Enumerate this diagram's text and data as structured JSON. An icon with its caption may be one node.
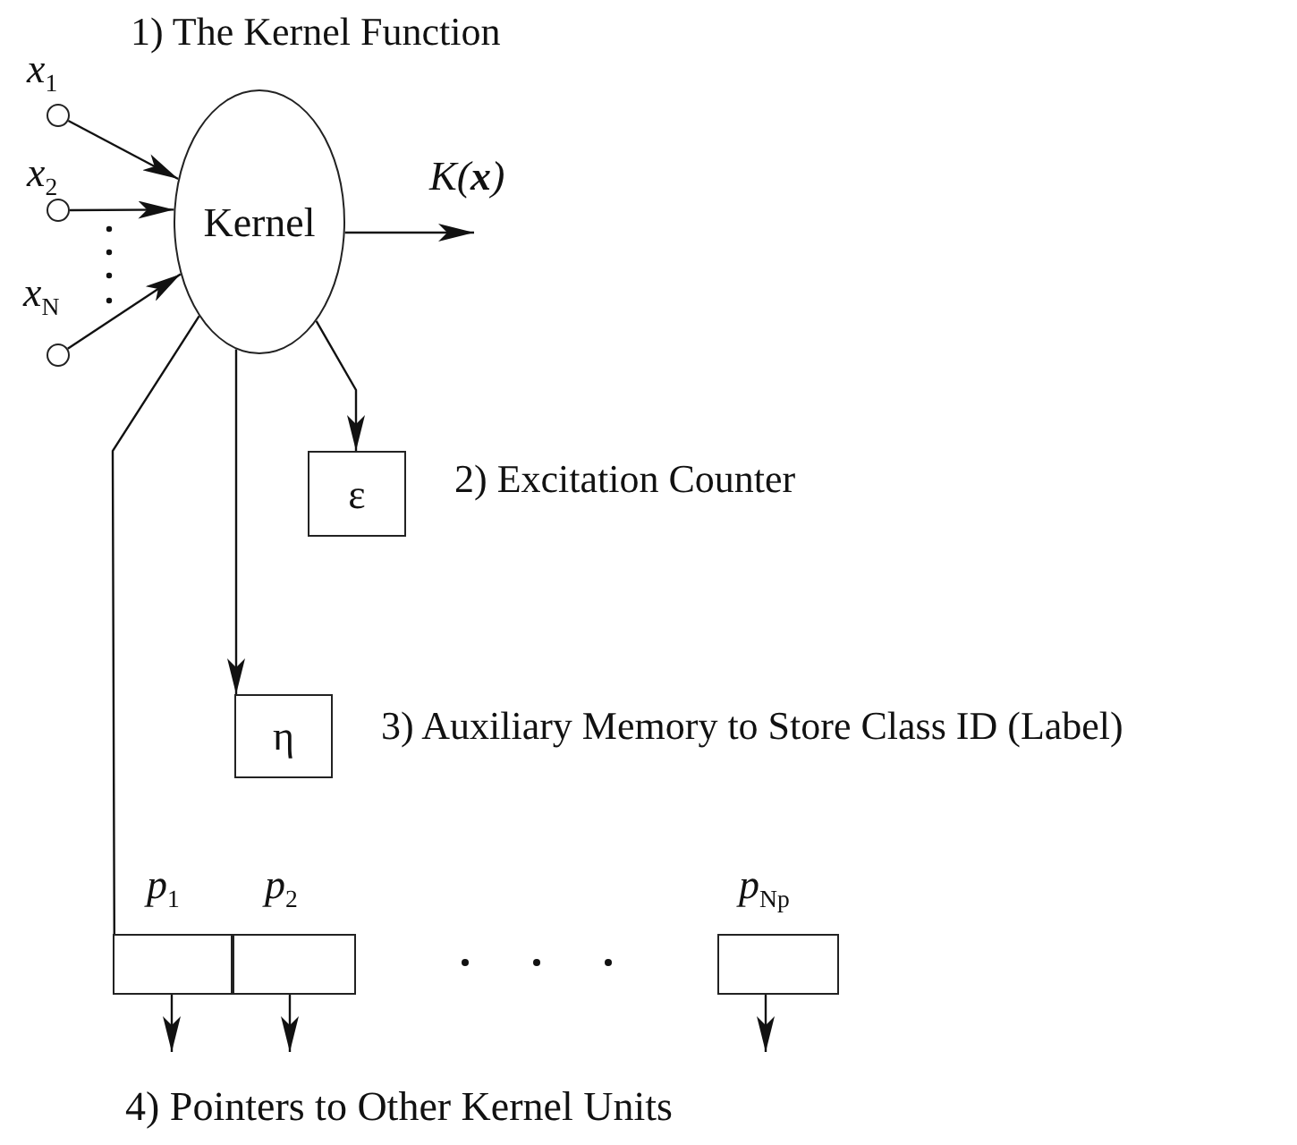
{
  "diagram": {
    "nodes": [
      {
        "text": [
          "Kernel"
        ],
        "beside": [
          "1) The Kernel Function"
        ]
      },
      {
        "text": [],
        "shape": "circle",
        "beside": [
          "x$_{1}$"
        ]
      },
      {
        "text": [],
        "shape": "circle",
        "beside": [
          "x$_{2}$"
        ]
      },
      {
        "text": [],
        "shape": "circle",
        "beside": [
          "x$_{N}$"
        ]
      },
      {
        "text": [
          "ε"
        ],
        "beside": [
          "2) Excitation Counter"
        ]
      },
      {
        "text": [
          "η"
        ],
        "beside": [
          "3) Auxiliary Memory to Store Class ID (Label)"
        ]
      },
      {
        "text": [],
        "shape": "box",
        "beside": [
          "p$_{1}$"
        ]
      },
      {
        "text": [],
        "shape": "box",
        "beside": [
          "p$_{2}$"
        ]
      },
      {
        "text": [],
        "shape": "box",
        "beside": [
          "p$_{Np}$"
        ]
      }
    ],
    "edges": [
      {
        "from": 1,
        "to": 0,
        "arrow": "to"
      },
      {
        "from": 2,
        "to": 0,
        "arrow": "to"
      },
      {
        "from": 3,
        "to": 0,
        "arrow": "to"
      },
      {
        "from": 0,
        "to": null,
        "arrow": "to",
        "label": "K(**x**)"
      },
      {
        "from": 0,
        "to": 4,
        "arrow": "to"
      },
      {
        "from": 0,
        "to": 5,
        "arrow": "to"
      },
      {
        "from": 0,
        "to": 6,
        "arrow": "none"
      },
      {
        "from": 6,
        "to": null,
        "arrow": "to"
      },
      {
        "from": 7,
        "to": null,
        "arrow": "to"
      },
      {
        "from": 8,
        "to": null,
        "arrow": "to"
      }
    ],
    "labels": [
      "4) Pointers to Other Kernel Units"
    ]
  }
}
